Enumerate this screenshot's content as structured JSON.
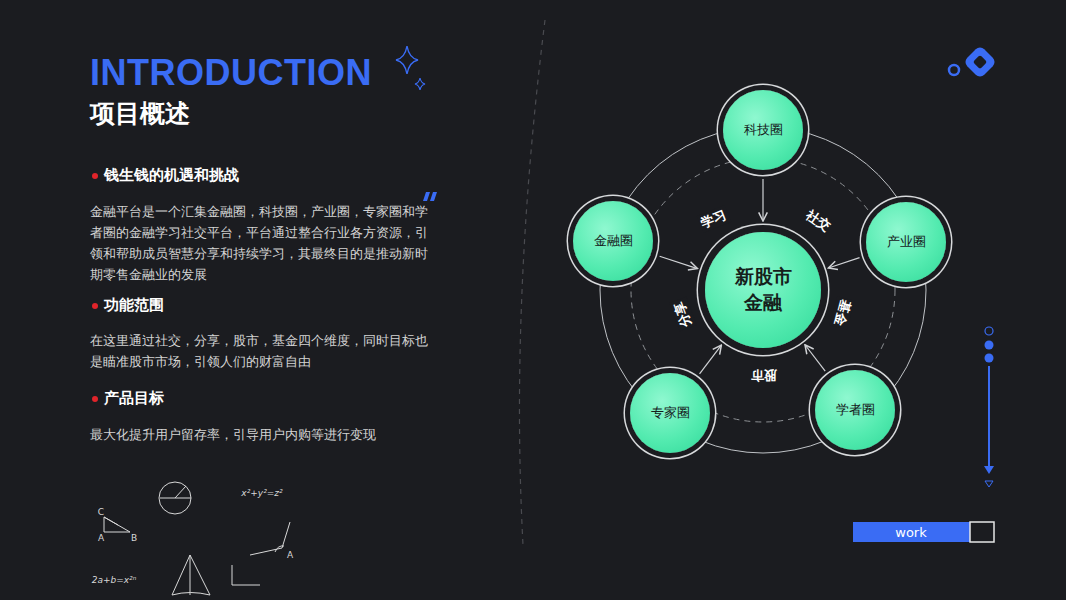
{
  "diagram": {
    "title": "INTRODUCTION",
    "nodes": [
      {
        "text": [
          "科技圈"
        ]
      },
      {
        "text": [
          "金融圈"
        ]
      },
      {
        "text": [
          "产业圈"
        ]
      },
      {
        "text": [
          "新股市 金融"
        ]
      },
      {
        "text": [
          "专家圈"
        ]
      },
      {
        "text": [
          "学者圈"
        ]
      }
    ],
    "edges": [
      {
        "from": 0,
        "to": 3,
        "arrow": "to"
      },
      {
        "from": 1,
        "to": 3,
        "arrow": "to"
      },
      {
        "from": 2,
        "to": 3,
        "arrow": "to"
      },
      {
        "from": 4,
        "to": 3,
        "arrow": "to"
      },
      {
        "from": 5,
        "to": 3,
        "arrow": "to"
      }
    ],
    "labels": [
      "项目概述",
      "钱生钱的机遇和挑战",
      "金融平台是一个汇集金融圈，科技圈，产业圈，专家圈和学者圈的金融学习社交平台，平台通过整合行业各方资源，引领和帮助成员智慧分享和持续学习，其最终目的是推动新时期零售金融业的发展",
      "功能范围",
      "在这里通过社交，分享，股市，基金四个维度，同时目标也是瞄准股市市场，引领人们的财富自由",
      "产品目标",
      "最大化提升用户留存率，引导用户内购等进行变现",
      "学习",
      "社交",
      "基金",
      "股市",
      "分享",
      "work",
      "C",
      "A",
      "B",
      "x²+y²=z²",
      "2a+b=x²ⁿ",
      "A"
    ]
  }
}
